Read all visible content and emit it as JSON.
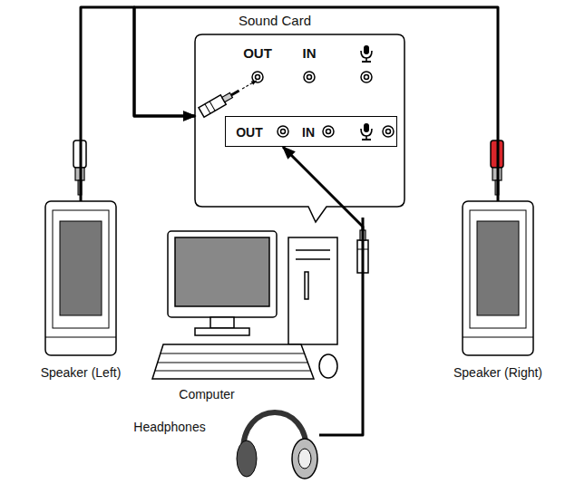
{
  "diagram": {
    "nodes": [
      {
        "text": [
          "Sound Card",
          "OUT",
          "IN"
        ]
      },
      {
        "text": [
          "OUT",
          "IN"
        ],
        "in": 0
      },
      {
        "text": [
          "Speaker (Left)"
        ]
      },
      {
        "text": [
          "Speaker (Right)"
        ]
      },
      {
        "text": [
          "Computer"
        ]
      },
      {
        "text": [
          "Headphones"
        ]
      }
    ],
    "edges": [
      {
        "from": 2,
        "to": 0,
        "arrow": "to"
      },
      {
        "from": 3,
        "to": 0,
        "arrow": "to"
      },
      {
        "from": 5,
        "to": 1,
        "arrow": "to"
      }
    ]
  }
}
